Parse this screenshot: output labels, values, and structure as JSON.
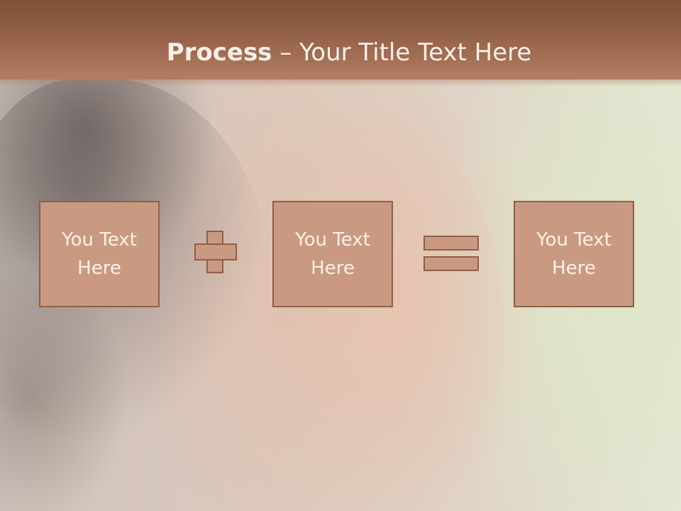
{
  "slide": {
    "title_bold": "Process",
    "title_rest": " – Your Title Text Here",
    "boxes": [
      {
        "text": "You Text\nHere"
      },
      {
        "text": "You Text\nHere"
      },
      {
        "text": "You Text\nHere"
      }
    ],
    "operators": [
      "plus-icon",
      "equals-icon"
    ]
  },
  "colors": {
    "header": "#9a664d",
    "box_fill": "#c99a81",
    "box_border": "#8e5f49",
    "text": "#fbefe8"
  }
}
